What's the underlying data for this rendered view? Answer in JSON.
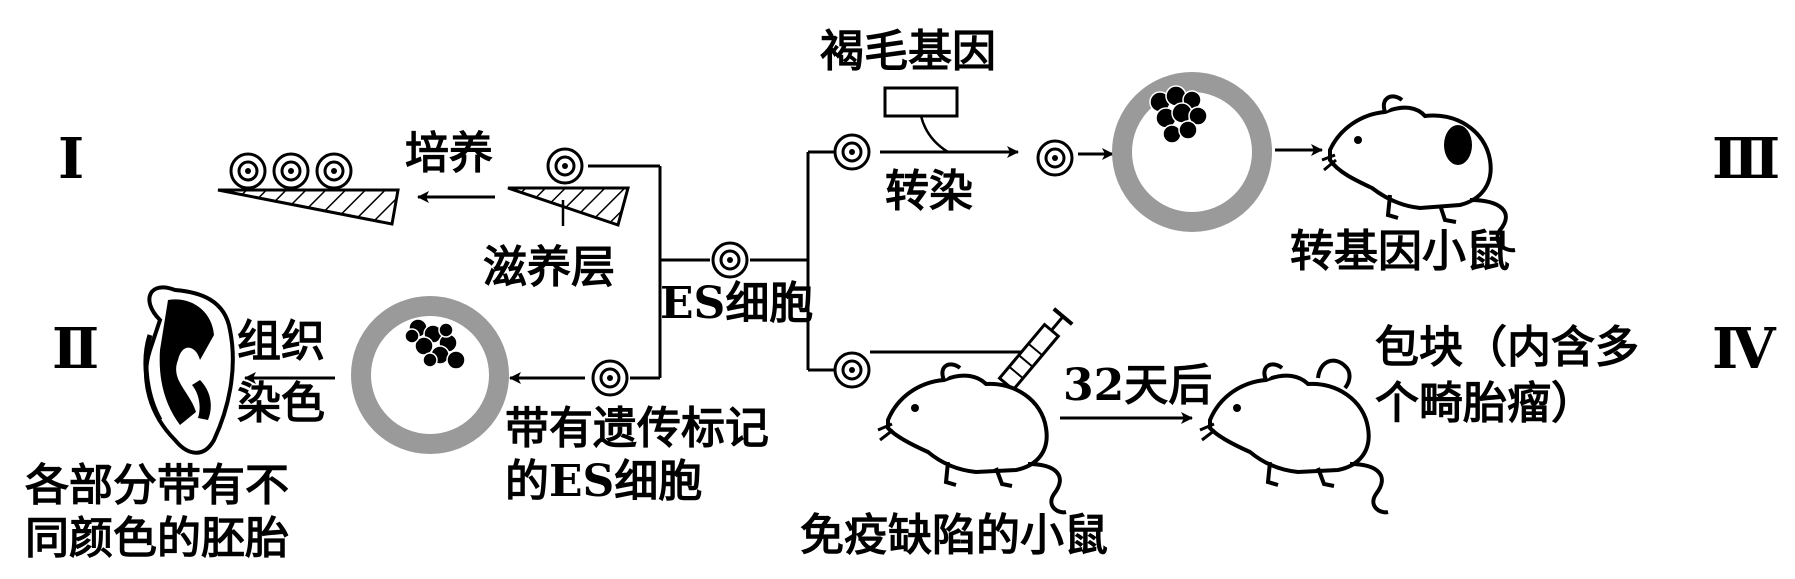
{
  "stages": {
    "i": "Ⅰ",
    "ii": "Ⅱ",
    "iii": "Ⅲ",
    "iv": "Ⅳ"
  },
  "labels": {
    "culture": "培养",
    "feeder_layer": "滋养层",
    "es_cell": "ES细胞",
    "brown_gene": "褐毛基因",
    "transfection": "转染",
    "transgenic_mouse": "转基因小鼠",
    "tissue_stain_1": "组织",
    "tissue_stain_2": "染色",
    "embryo_line_1": "各部分带有不",
    "embryo_line_2": "同颜色的胚胎",
    "marked_cell_1": "带有遗传标记",
    "marked_cell_2": "的ES细胞",
    "immunodeficient_mouse": "免疫缺陷的小鼠",
    "after_days": "32天后",
    "tumor_line_1": "包块（内含多",
    "tumor_line_2": "个畸胎瘤）"
  }
}
